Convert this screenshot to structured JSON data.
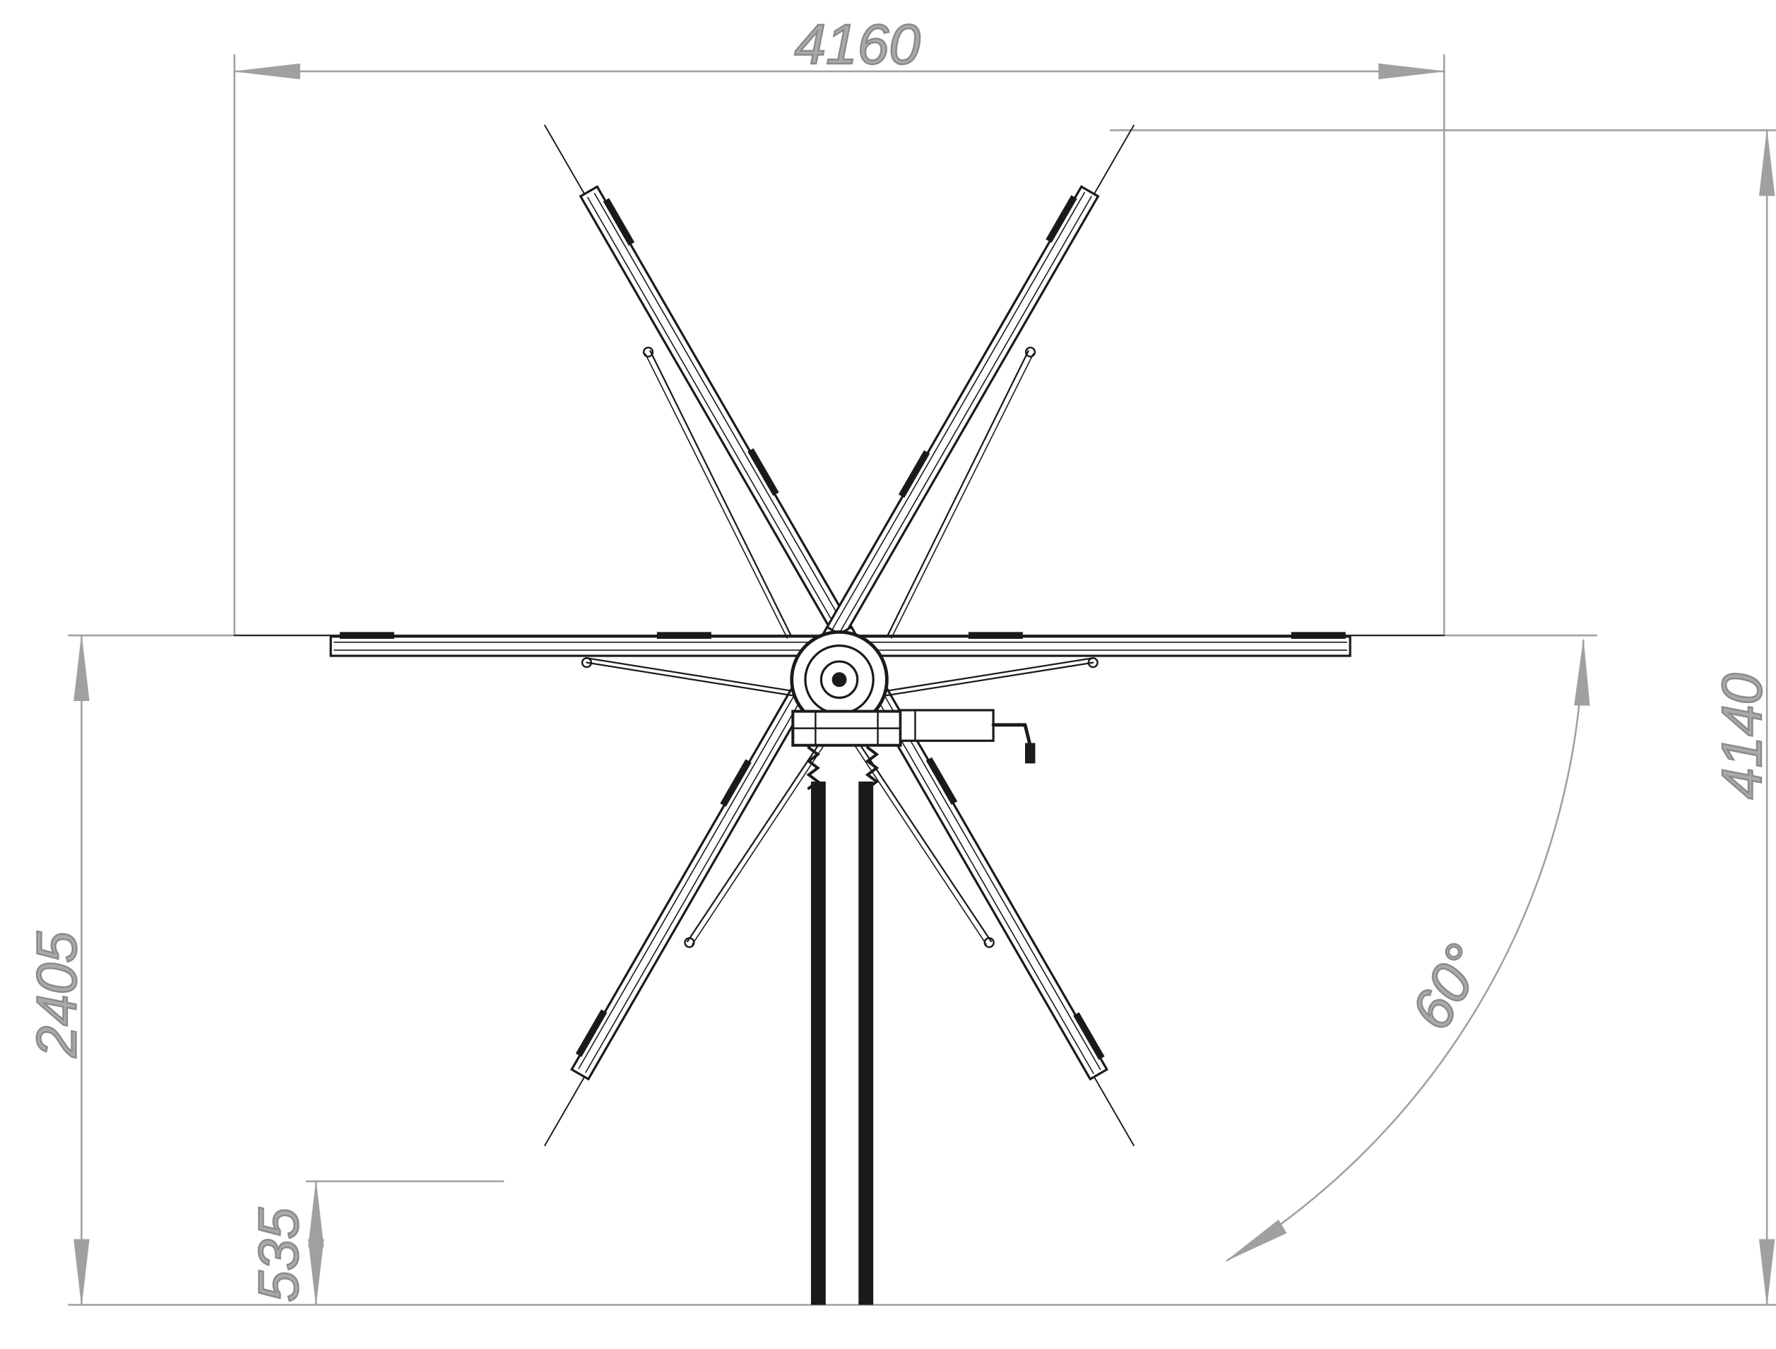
{
  "drawing": {
    "dimensions": {
      "overall_width": "4160",
      "overall_height": "4140",
      "axis_height": "2405",
      "ground_clearance": "535",
      "tilt_angle": "60°"
    }
  }
}
